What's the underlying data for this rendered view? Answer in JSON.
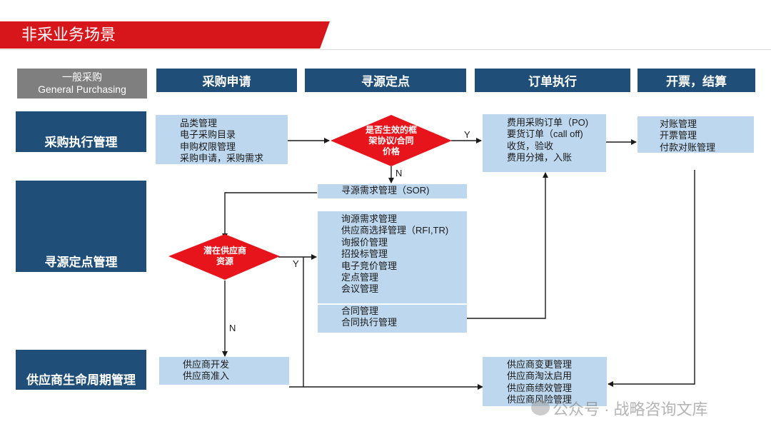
{
  "title": "非采业务场景",
  "columns": {
    "general": [
      "一般采购",
      "General Purchasing"
    ],
    "headers": [
      "采购申请",
      "寻源定点",
      "订单执行",
      "开票，结算"
    ]
  },
  "rows": [
    "采购执行管理",
    "寻源定点管理",
    "供应商生命周期管理"
  ],
  "boxes": {
    "requisition": [
      "品类管理",
      "电子采购目录",
      "申购权限管理",
      "采购申请，采购需求"
    ],
    "order": [
      "费用采购订单（PO)",
      "要货订单（call off)",
      "收货，验收",
      "费用分摊，入账"
    ],
    "billing": [
      "对账管理",
      "开票管理",
      "付款对账管理"
    ],
    "sor": [
      "寻源需求管理（SOR)"
    ],
    "sourcing": [
      "询源需求管理",
      "供应商选择管理（RFI,TR)",
      "询报价管理",
      "招投标管理",
      "电子竞价管理",
      "定点管理",
      "会议管理"
    ],
    "contract": [
      "合同管理",
      "合同执行管理"
    ],
    "supplier_dev": [
      "供应商开发",
      "供应商准入"
    ],
    "supplier_mgmt": [
      "供应商变更管理",
      "供应商淘汰启用",
      "供应商绩效管理",
      "供应商风险管理"
    ]
  },
  "decisions": {
    "framework": [
      "是否生效的框",
      "架协议/合同",
      "价格"
    ],
    "potential": [
      "潜在供应商",
      "资源"
    ]
  },
  "labels": {
    "yes": "Y",
    "no": "N"
  },
  "watermark": "公众号 · 战略咨询文库",
  "colors": {
    "brand_red": "#d7161c",
    "navy": "#1f4e79",
    "light_blue": "#bdd7ee",
    "gray": "#7f7f7f",
    "diamond_red": "#e8141b"
  }
}
